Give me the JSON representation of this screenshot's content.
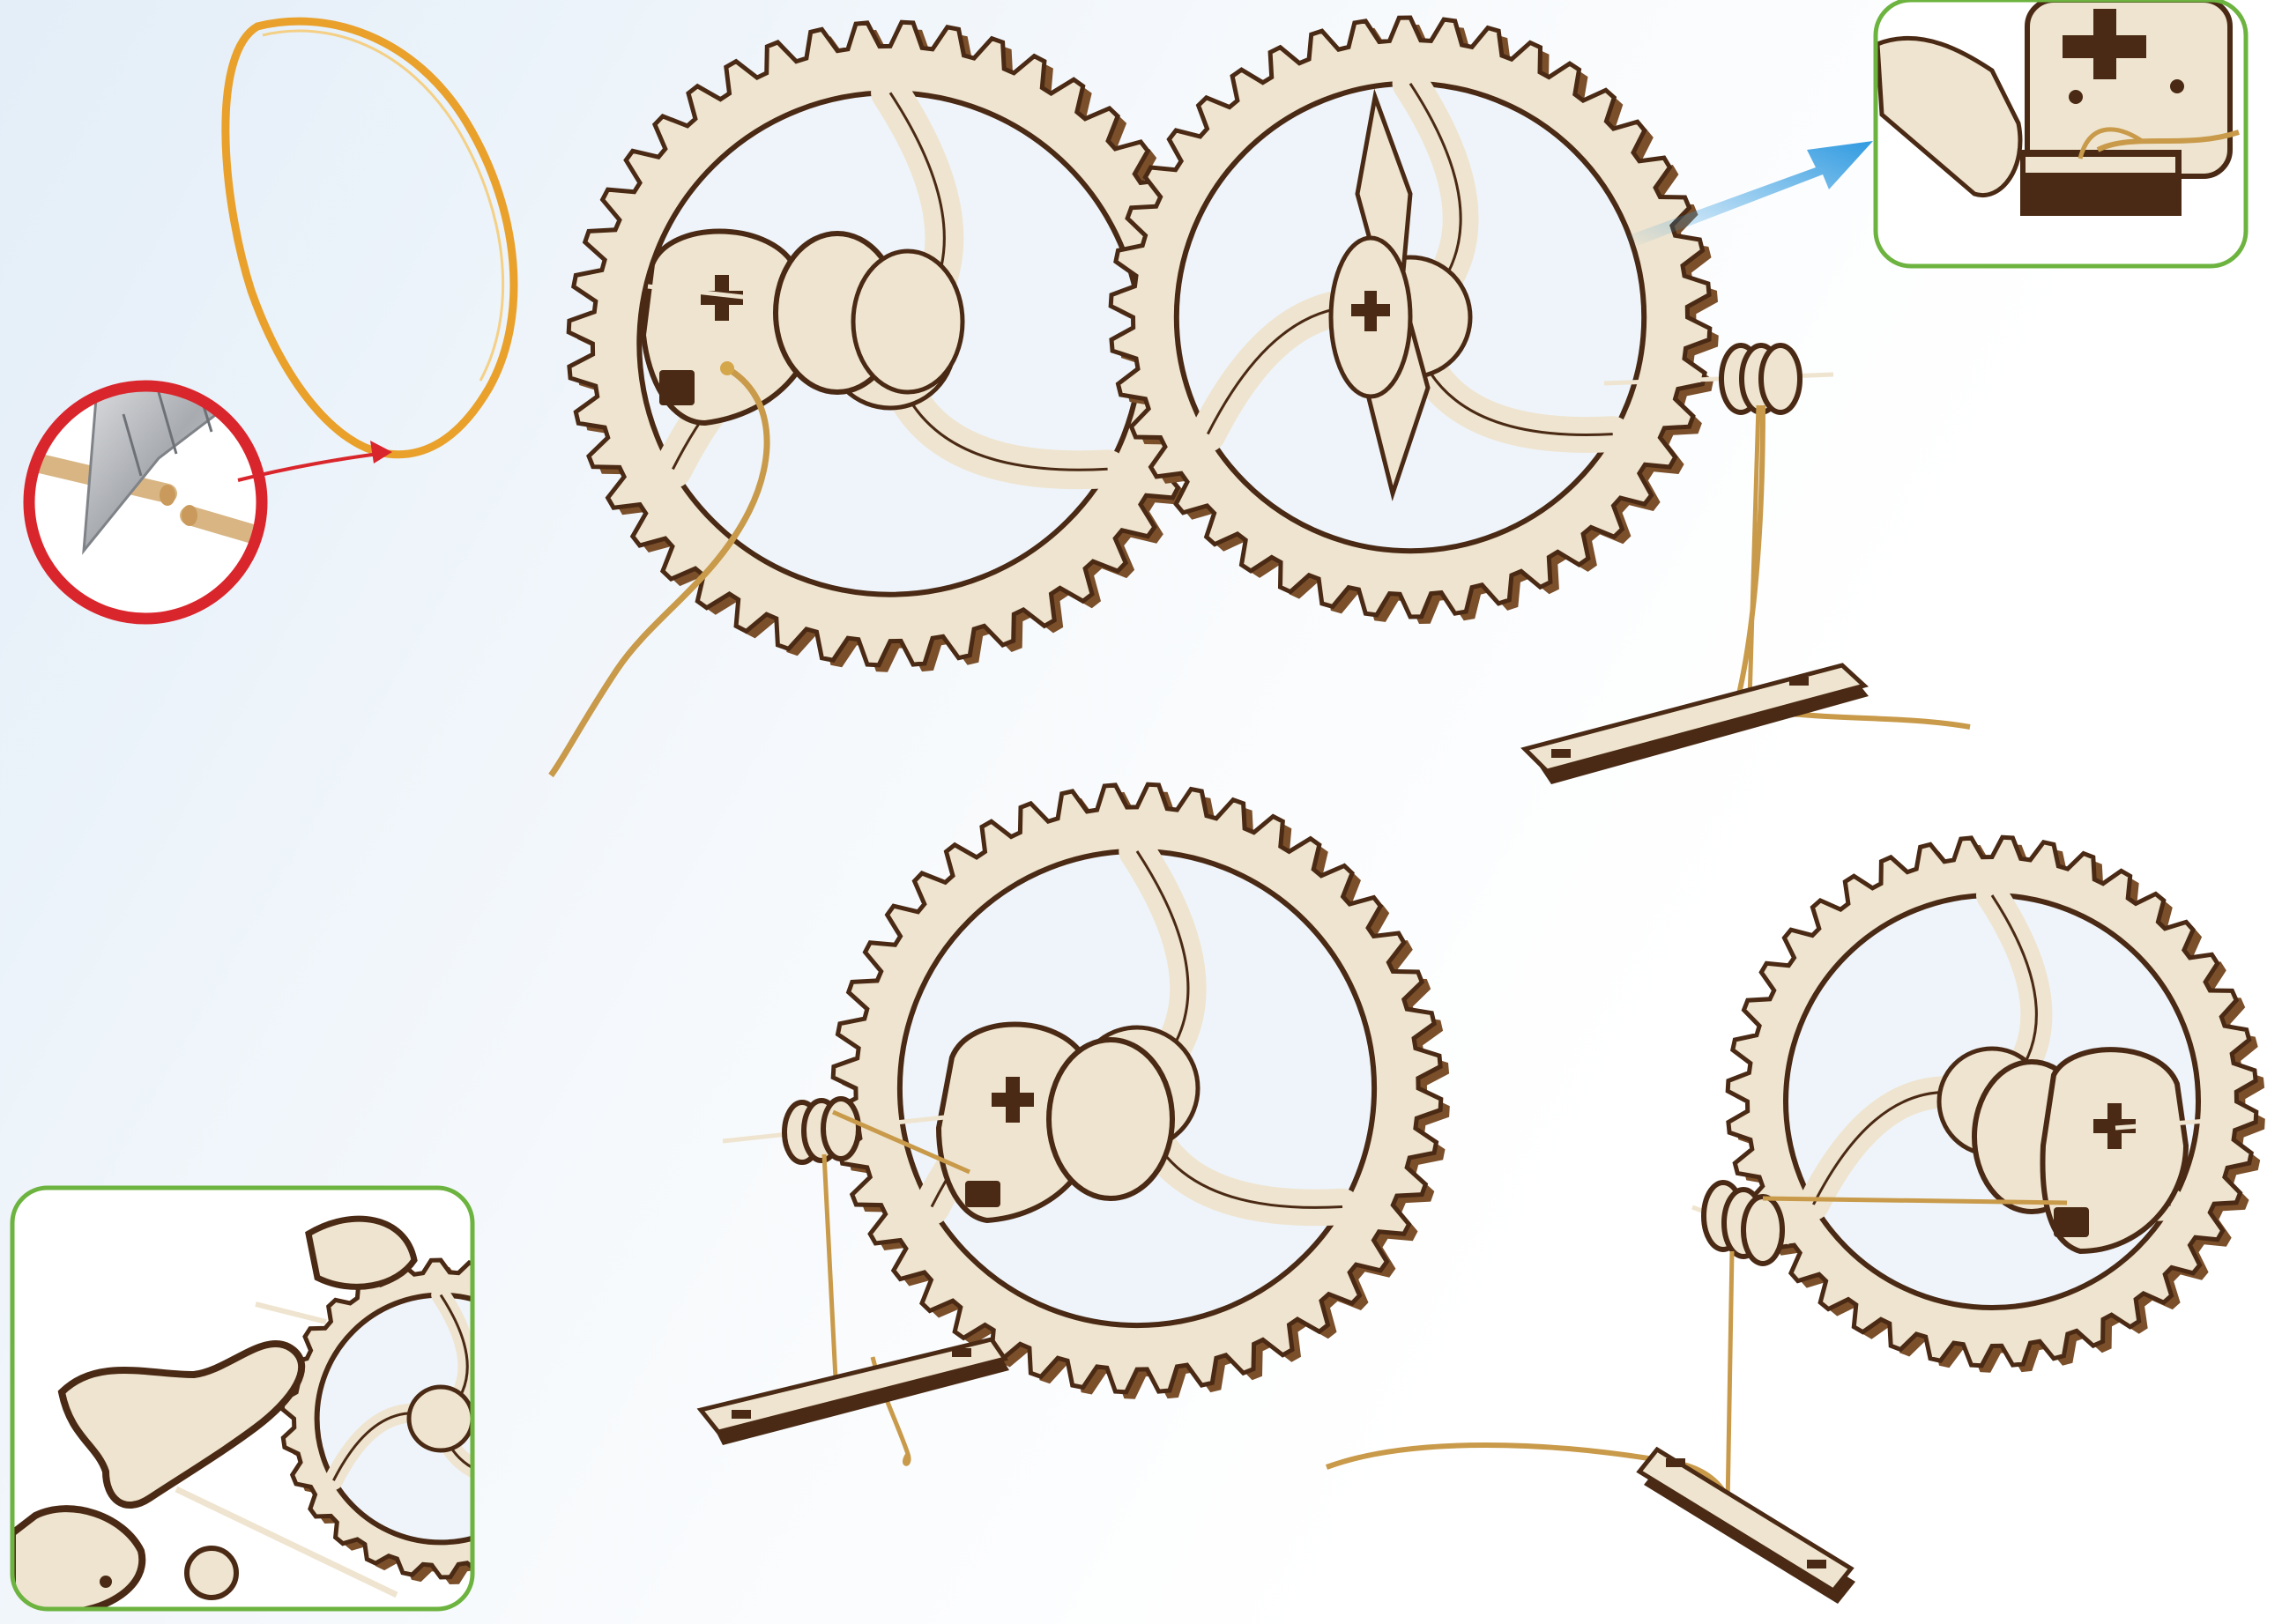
{
  "page": {
    "background_color": "#eef4fa"
  },
  "palette": {
    "plywood_face": "#efe4cf",
    "plywood_edge": "#4a2a14",
    "plywood_shadow": "#7a4f2a",
    "rubber_band": "#e9a12b",
    "cord": "#c89a4a",
    "callout_red": "#d9262c",
    "callout_green": "#6cb33f",
    "arrow_blue": "#2f9ae0",
    "blade_gray": "#b7b9bd",
    "dowel": "#d8b583"
  },
  "steps": [
    {
      "id": "step-1-rubber-band",
      "icons": [
        "rubber-band-icon",
        "cut-detail-callout",
        "blade-icon",
        "dowel-icon"
      ]
    },
    {
      "id": "step-2-wheel-with-cord",
      "icons": [
        "gear-wheel-icon",
        "hub-plate-icon",
        "cord-icon"
      ]
    },
    {
      "id": "step-3-wheel-front-with-spool",
      "icons": [
        "gear-wheel-icon",
        "spool-icon",
        "stand-base-icon",
        "zoom-arrow-icon"
      ]
    },
    {
      "id": "step-4-wheel-with-spool-left",
      "icons": [
        "gear-wheel-icon",
        "spool-icon",
        "stand-base-icon"
      ]
    },
    {
      "id": "step-5-wheel-with-spool-right",
      "icons": [
        "gear-wheel-icon",
        "spool-icon",
        "stand-base-icon"
      ]
    }
  ],
  "insets": [
    {
      "id": "inset-top-right",
      "border_color": "#6cb33f",
      "content": "hub-detail-closeup"
    },
    {
      "id": "inset-bottom-left",
      "border_color": "#6cb33f",
      "content": "arm-and-gear-closeup"
    }
  ]
}
